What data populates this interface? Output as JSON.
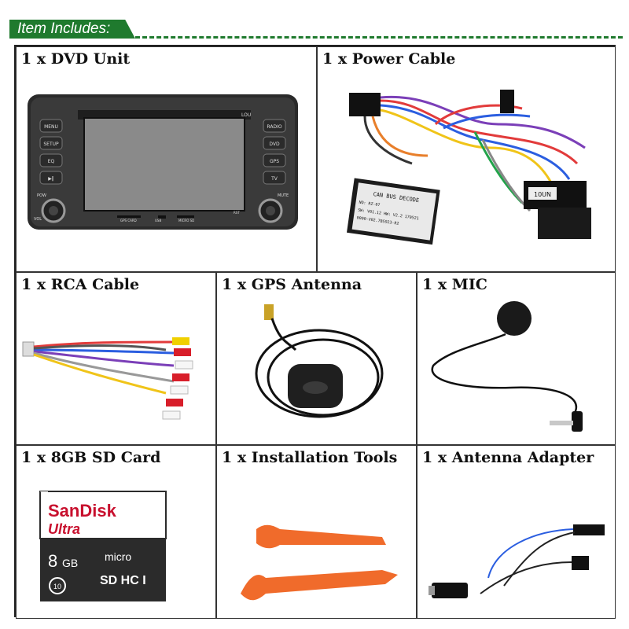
{
  "header": {
    "title": "Item Includes:"
  },
  "items": [
    {
      "qty": "1 x",
      "name": "DVD Unit"
    },
    {
      "qty": "1 x",
      "name": "Power Cable"
    },
    {
      "qty": "1 x",
      "name": "RCA Cable"
    },
    {
      "qty": "1 x",
      "name": "GPS Antenna"
    },
    {
      "qty": "1 x",
      "name": "MIC"
    },
    {
      "qty": "1 x",
      "name": "8GB SD Card"
    },
    {
      "qty": "1 x",
      "name": "Installation Tools"
    },
    {
      "qty": "1 x",
      "name": "Antenna Adapter"
    }
  ],
  "dvd_unit": {
    "left_buttons": [
      "MENU",
      "SETUP",
      "EQ",
      "▶‖"
    ],
    "right_buttons": [
      "RADIO",
      "DVD",
      "GPS",
      "TV"
    ],
    "labels": {
      "top_right": "LOU",
      "pow": "POW",
      "mute": "MUTE",
      "vol": "VOL",
      "bottom": [
        "GPS CARD",
        "USB",
        "MICRO SD",
        "RST"
      ]
    }
  },
  "power_cable": {
    "box_line1": "CAN BUS DECODE",
    "box_line2": "NO: RZ-07",
    "box_line3": "SW: V01.12 HW: V2.2 170521",
    "box_line4": "0000-V02.7BS923-R2",
    "tag": "10UN"
  },
  "sd_card": {
    "brand": "SanDisk",
    "line": "Ultra",
    "capacity": "8",
    "unit": "GB",
    "format": "micro",
    "hc": "SD HC I",
    "class": "10"
  },
  "colors": {
    "green": "#1f7a2e",
    "orange": "#f06b2b",
    "sandisk_red": "#c8102e"
  }
}
